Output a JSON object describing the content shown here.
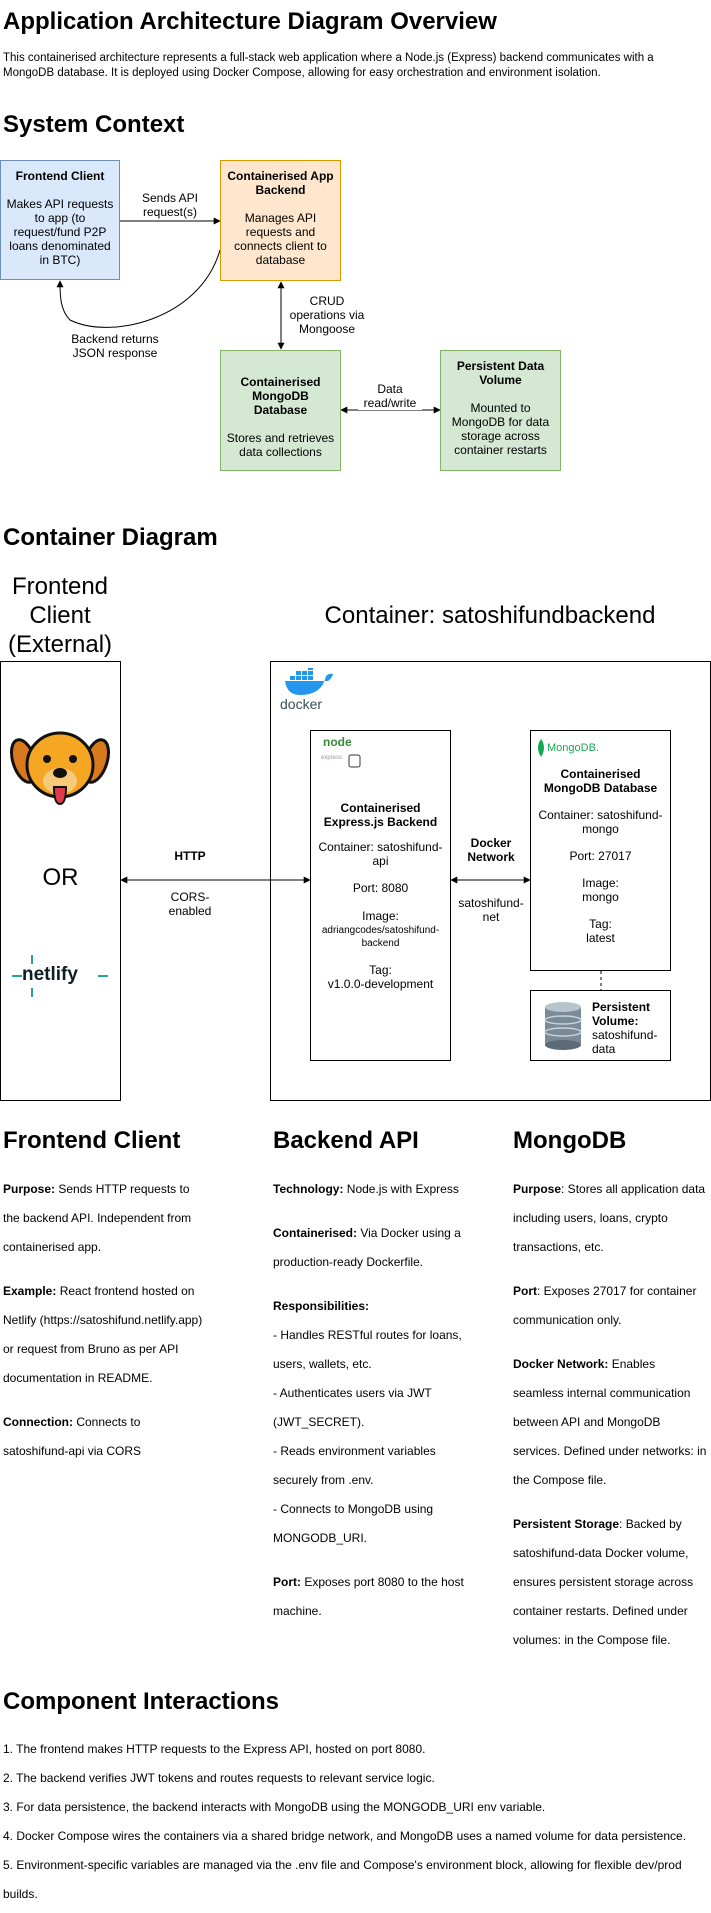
{
  "title": "Application Architecture Diagram Overview",
  "intro": "This containerised architecture represents a full-stack web application where a Node.js (Express) backend communicates with a MongoDB database. It is deployed using Docker Compose, allowing for easy orchestration and environment isolation.",
  "system_context": {
    "heading": "System Context",
    "frontend": {
      "title": "Frontend Client",
      "body": "Makes API requests to app (to request/fund P2P loans denominated in BTC)"
    },
    "backend": {
      "title": "Containerised App Backend",
      "body": "Manages API requests and connects client to database"
    },
    "mongo": {
      "title": "Containerised MongoDB Database",
      "body": "Stores and retrieves data collections"
    },
    "volume": {
      "title": "Persistent Data Volume",
      "body": "Mounted to MongoDB for data storage across container restarts"
    },
    "edge_sends": "Sends API request(s)",
    "edge_returns": "Backend returns JSON response",
    "edge_crud": "CRUD operations via Mongoose",
    "edge_data": "Data read/write",
    "colors": {
      "frontend_fill": "#dae8fc",
      "frontend_stroke": "#6c8ebf",
      "backend_fill": "#ffe6cc",
      "backend_stroke": "#d79b00",
      "green_fill": "#d5e8d4",
      "green_stroke": "#82b366"
    }
  },
  "container_diagram": {
    "heading": "Container Diagram",
    "frontend_title": "Frontend Client (External)",
    "or_label": "OR",
    "netlify_label": "netlify",
    "container_title": "Container: satoshifundbackend",
    "docker_label": "docker",
    "http_label": "HTTP",
    "cors_label": "CORS-enabled",
    "network_label": "Docker Network",
    "network_name": "satoshifund-net",
    "express": {
      "node_logo": "node",
      "express_logo": "express",
      "title": "Containerised Express.js Backend",
      "container": "Container: satoshifund-api",
      "port": "Port: 8080",
      "image_label": "Image:",
      "image": "adriangcodes/satoshifund-backend",
      "tag_label": "Tag:",
      "tag": "v1.0.0-development"
    },
    "mongo": {
      "logo": "MongoDB.",
      "title": "Containerised MongoDB Database",
      "container": "Container: satoshifund-mongo",
      "port": "Port: 27017",
      "image_label": "Image:",
      "image": "mongo",
      "tag_label": "Tag:",
      "tag": "latest"
    },
    "volume": {
      "title": "Persistent Volume:",
      "name": "satoshifund-data"
    }
  },
  "columns": {
    "frontend": {
      "heading": "Frontend Client",
      "items": [
        {
          "label": "Purpose:",
          "text": " Sends HTTP requests to the backend API. Independent from containerised app."
        },
        {
          "label": "Example:",
          "text": " React frontend hosted on Netlify (https://satoshifund.netlify.app) or request from Bruno as per API documentation in README."
        },
        {
          "label": "Connection:",
          "text": " Connects to satoshifund-api via CORS"
        }
      ]
    },
    "backend": {
      "heading": "Backend API",
      "technology_label": "Technology:",
      "technology": " Node.js with Express",
      "containerised_label": "Containerised:",
      "containerised": " Via Docker using a production-ready Dockerfile.",
      "responsibilities_label": "Responsibilities:",
      "responsibilities": [
        "- Handles RESTful routes for loans, users, wallets, etc.",
        "- Authenticates users via JWT (JWT_SECRET).",
        "- Reads environment variables securely from .env.",
        "- Connects to MongoDB using MONGODB_URI."
      ],
      "port_label": "Port:",
      "port": " Exposes port 8080 to the host machine."
    },
    "mongodb": {
      "heading": "MongoDB",
      "items": [
        {
          "label": "Purpose",
          "text": ": Stores all application data including users, loans, crypto transactions, etc."
        },
        {
          "label": "Port",
          "text": ": Exposes 27017 for container communication only."
        },
        {
          "label": "Docker Network:",
          "text": " Enables seamless internal communication between API and MongoDB services. Defined under networks: in the Compose file."
        },
        {
          "label": "Persistent Storage",
          "text": ": Backed by satoshifund-data Docker volume, ensures persistent storage across container restarts. Defined under volumes: in the Compose file."
        }
      ]
    }
  },
  "interactions": {
    "heading": "Component Interactions",
    "items": [
      "1. The frontend makes HTTP requests to the Express API, hosted on port 8080.",
      "2. The backend verifies JWT tokens and routes requests to relevant service logic.",
      "3. For data persistence, the backend interacts with MongoDB using the MONGODB_URI env variable.",
      "4. Docker Compose wires the containers via a shared bridge network, and MongoDB uses a named volume for data persistence.",
      "5. Environment-specific variables are managed via the .env file and Compose's environment block, allowing for flexible dev/prod builds."
    ]
  }
}
